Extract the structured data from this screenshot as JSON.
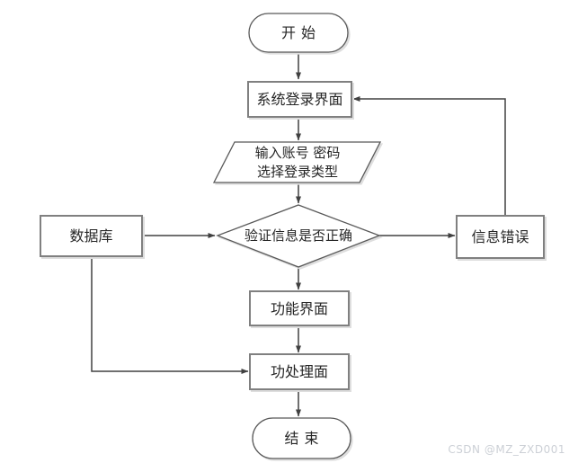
{
  "diagram": {
    "type": "flowchart",
    "nodes": {
      "start": {
        "label": "开始",
        "shape": "terminal"
      },
      "login": {
        "label": "系统登录界面",
        "shape": "process"
      },
      "input": {
        "line1": "输入账号 密码",
        "line2": "选择登录类型",
        "shape": "parallelogram-io"
      },
      "verify": {
        "label": "验证信息是否正确",
        "shape": "decision-diamond"
      },
      "database": {
        "label": "数据库",
        "shape": "process"
      },
      "error": {
        "label": "信息错误",
        "shape": "process"
      },
      "function": {
        "label": "功能界面",
        "shape": "process"
      },
      "process": {
        "label": "功处理面",
        "shape": "process"
      },
      "end": {
        "label": "结束",
        "shape": "terminal"
      }
    },
    "edges": [
      "start -> login",
      "login -> input",
      "input -> verify",
      "database -> verify",
      "verify -> error",
      "error -> login (feedback loop)",
      "verify -> function",
      "function -> process",
      "database -> process",
      "process -> end"
    ],
    "colors": {
      "background": "#ffffff",
      "rect_border": "#808080",
      "outline_border": "#595959",
      "connector": "#404040",
      "text": "#262626",
      "shadow": "#dedede",
      "watermark_text": "#ccd0d6"
    },
    "watermark": "CSDN @MZ_ZXD001"
  }
}
